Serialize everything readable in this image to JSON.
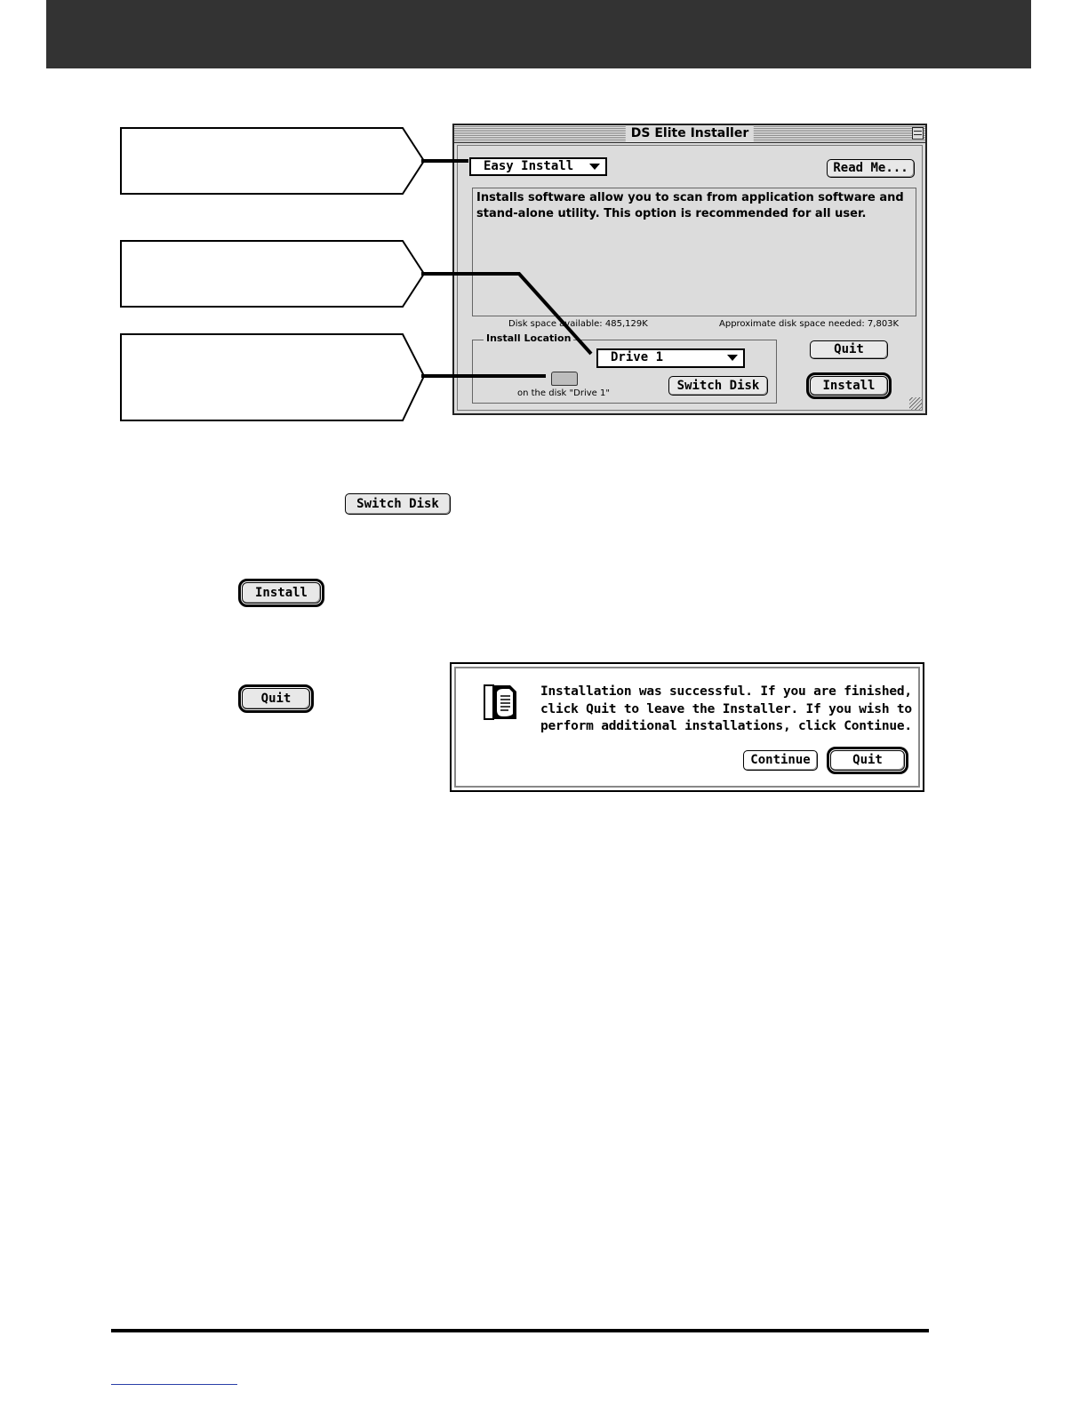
{
  "window": {
    "title": "DS Elite Installer",
    "install_type": "Easy Install",
    "read_me_label": "Read Me...",
    "description": "Installs software allow you to scan from application software and stand-alone utility. This option is recommended for all user.",
    "disk_available": "Disk space available: 485,129K",
    "disk_needed": "Approximate disk space needed: 7,803K",
    "install_location_label": "Install Location",
    "drive": "Drive 1",
    "disk_caption": "on the disk \"Drive 1\"",
    "switch_disk_label": "Switch Disk",
    "quit_label": "Quit",
    "install_label": "Install"
  },
  "standalone": {
    "switch_disk_label": "Switch Disk",
    "install_label": "Install",
    "quit_label": "Quit"
  },
  "dialog": {
    "message_line1": "Installation was successful. If you are finished,",
    "message_line2": "click Quit to leave the Installer. If you wish to",
    "message_line3": "perform additional installations, click Continue.",
    "continue_label": "Continue",
    "quit_label": "Quit"
  },
  "colors": {
    "header": "#333333",
    "window_bg": "#dcdcdc",
    "footer_link": "#2a3fa8"
  }
}
